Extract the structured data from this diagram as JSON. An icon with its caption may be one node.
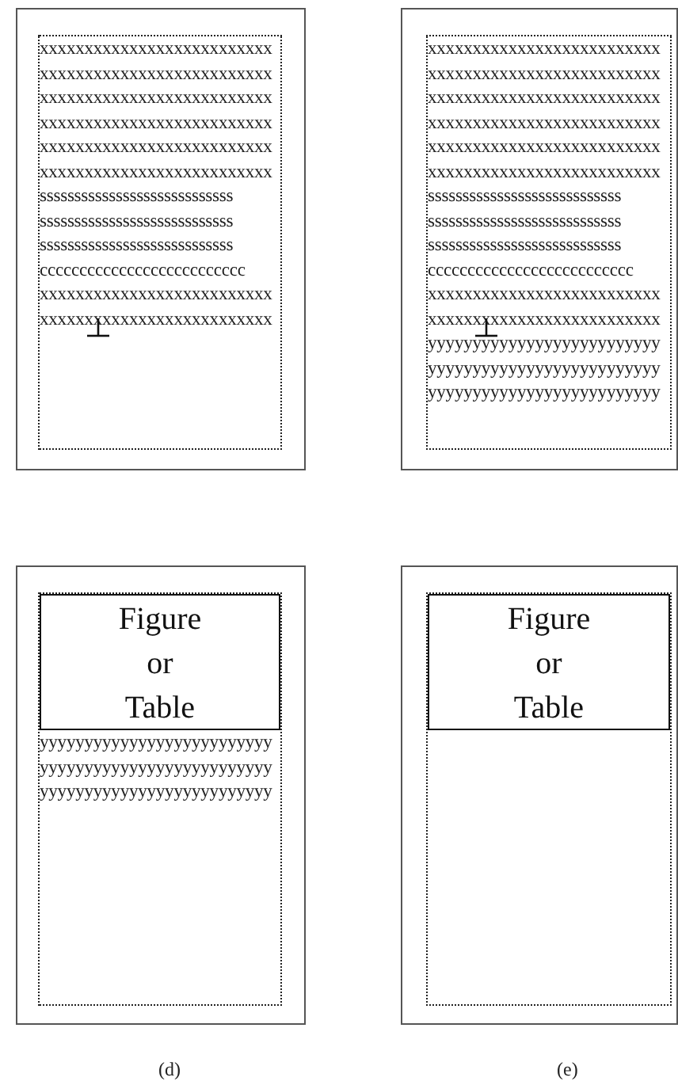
{
  "diagram": {
    "nodes": [
      {
        "text": [
          "xxxxxxxxxxxxxxxxxxxxxxxxxx",
          "xxxxxxxxxxxxxxxxxxxxxxxxxx",
          "xxxxxxxxxxxxxxxxxxxxxxxxxx",
          "xxxxxxxxxxxxxxxxxxxxxxxxxx",
          "xxxxxxxxxxxxxxxxxxxxxxxxxx",
          "xxxxxxxxxxxxxxxxxxxxxxxxxx",
          "ssssssssssssssssssssssssssss",
          "ssssssssssssssssssssssssssss",
          "ssssssssssssssssssssssssssss",
          "cccccccccccccccccccccccccc",
          "xxxxxxxxxxxxxxxxxxxxxxxxxx",
          "xxxxxxxxxxxxxxxxxxxxxxxxxx"
        ]
      },
      {
        "text": [
          "xxxxxxxxxxxxxxxxxxxxxxxxxx",
          "xxxxxxxxxxxxxxxxxxxxxxxxxx",
          "xxxxxxxxxxxxxxxxxxxxxxxxxx",
          "xxxxxxxxxxxxxxxxxxxxxxxxxx",
          "xxxxxxxxxxxxxxxxxxxxxxxxxx",
          "xxxxxxxxxxxxxxxxxxxxxxxxxx",
          "ssssssssssssssssssssssssssss",
          "ssssssssssssssssssssssssssss",
          "ssssssssssssssssssssssssssss",
          "cccccccccccccccccccccccccc",
          "xxxxxxxxxxxxxxxxxxxxxxxxxx",
          "xxxxxxxxxxxxxxxxxxxxxxxxxx",
          "yyyyyyyyyyyyyyyyyyyyyyyyyy",
          "yyyyyyyyyyyyyyyyyyyyyyyyyy",
          "yyyyyyyyyyyyyyyyyyyyyyyyyy"
        ]
      },
      {
        "text": [
          "yyyyyyyyyyyyyyyyyyyyyyyyyy",
          "yyyyyyyyyyyyyyyyyyyyyyyyyy",
          "yyyyyyyyyyyyyyyyyyyyyyyyyy"
        ]
      },
      {
        "text": [
          "Figure or Table"
        ],
        "in": 2
      },
      {
        "text": [],
        "shape": "box"
      },
      {
        "text": [
          "Figure or Table"
        ],
        "in": 4
      }
    ],
    "labels": [
      "(d)",
      "(e)"
    ]
  }
}
